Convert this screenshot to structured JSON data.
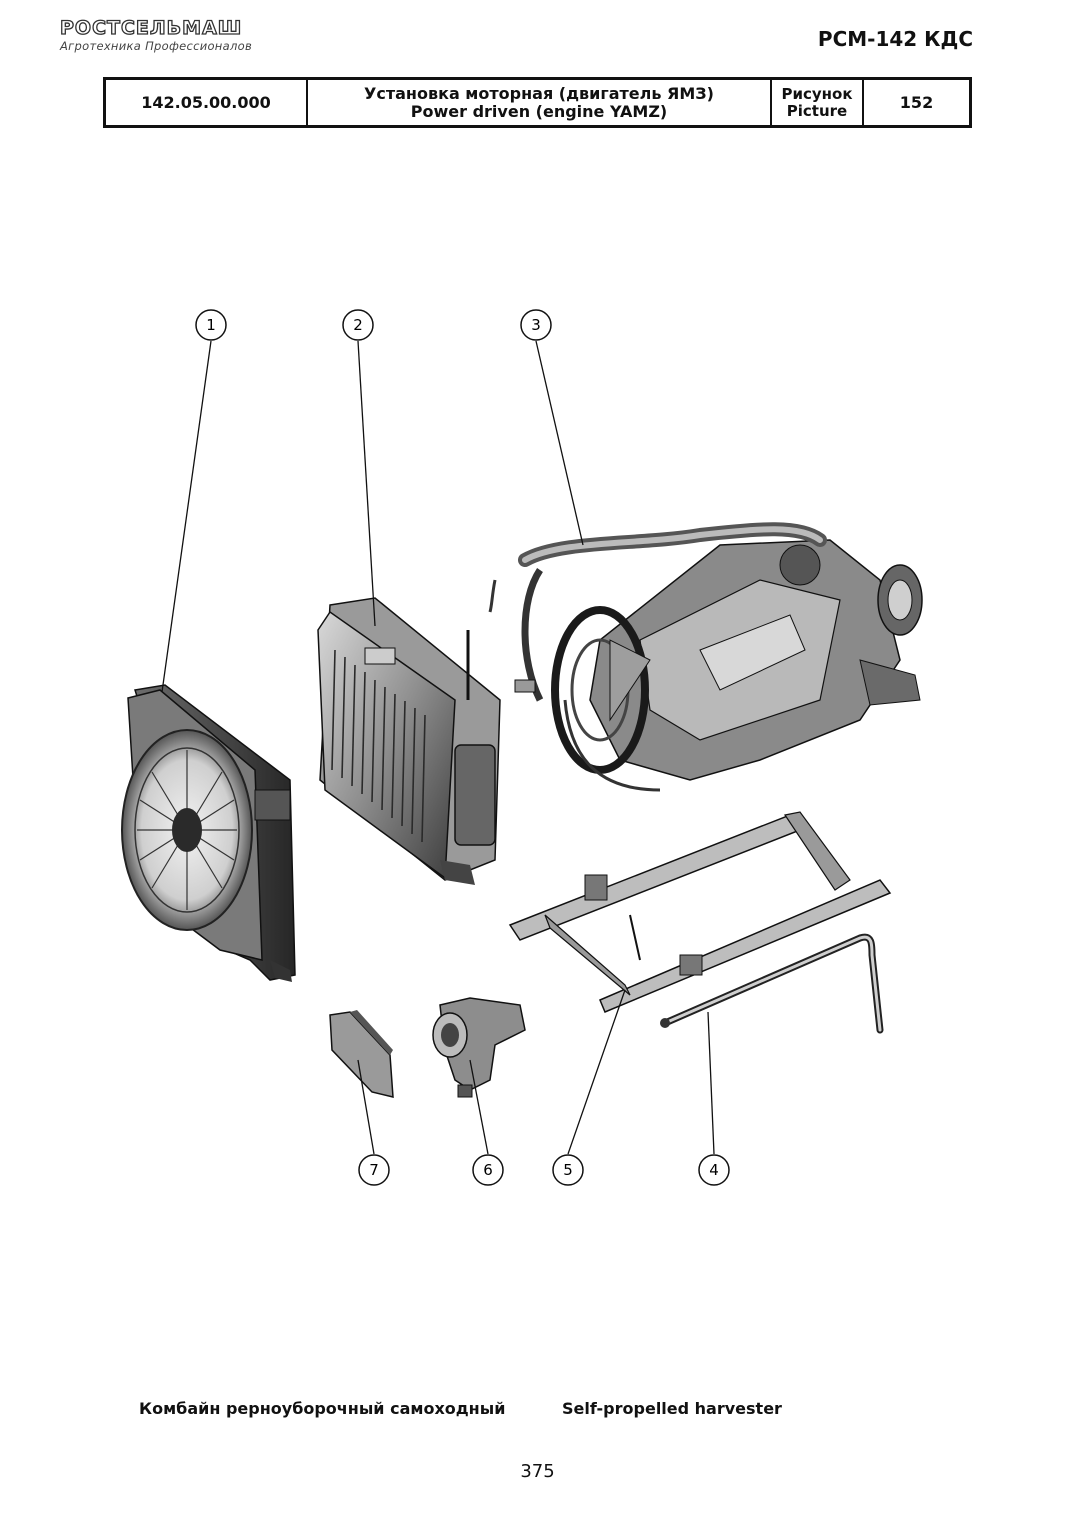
{
  "header": {
    "brand_word": "РОСТСЕЛЬМАШ",
    "brand_tagline": "Агротехника Профессионалов",
    "model": "РСМ-142 КДС"
  },
  "info_table": {
    "code": "142.05.00.000",
    "title_ru": "Установка моторная (двигатель ЯМЗ)",
    "title_en": "Power driven (engine YAMZ)",
    "picture_label_ru": "Рисунок",
    "picture_label_en": "Picture",
    "picture_number": "152"
  },
  "callouts": [
    {
      "number": "1",
      "part": "fan-shroud"
    },
    {
      "number": "2",
      "part": "radiator"
    },
    {
      "number": "3",
      "part": "engine"
    },
    {
      "number": "4",
      "part": "pipe"
    },
    {
      "number": "5",
      "part": "frame"
    },
    {
      "number": "6",
      "part": "bracket"
    },
    {
      "number": "7",
      "part": "plate"
    }
  ],
  "footer": {
    "text_ru": "Комбайн рерноуборочный самоходный",
    "text_en": "Self-propelled harvester",
    "page_number": "375"
  }
}
